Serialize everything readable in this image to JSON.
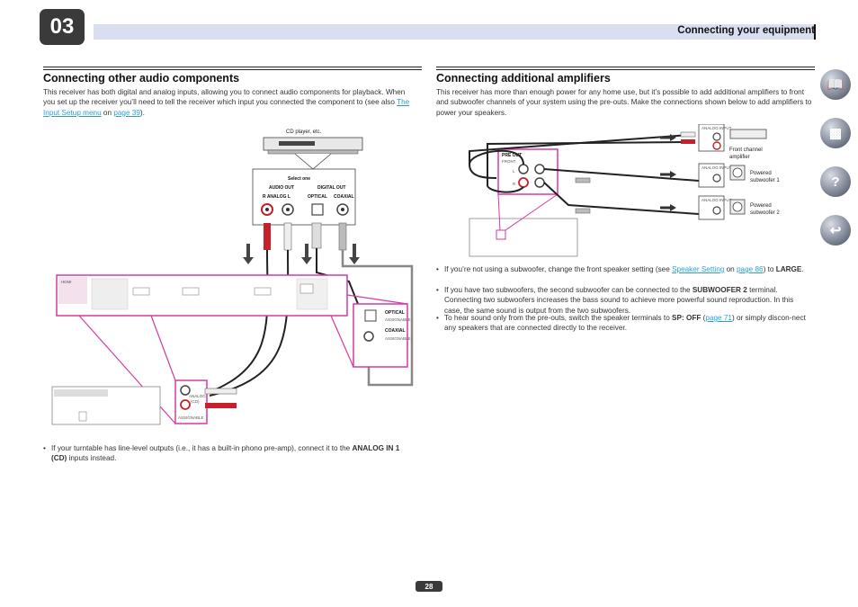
{
  "chapter": "03",
  "header": {
    "title": "Connecting your equipment"
  },
  "left": {
    "title": "Connecting other audio components",
    "intro_1": "This receiver has both digital and analog inputs, allowing you to connect audio components for playback. When you set up the receiver you’ll need to tell the receiver which input you connected the component to (see also ",
    "link_1": "The Input Setup menu",
    "intro_2": " on ",
    "link_2": "page 39",
    "intro_3": ").",
    "diagram": {
      "cd_player_label": "CD player, etc.",
      "select_one": "Select one",
      "audio_out": "AUDIO OUT",
      "r_analog_l": "R  ANALOG  L",
      "digital_out": "DIGITAL OUT",
      "optical": "OPTICAL",
      "coaxial": "COAXIAL",
      "hdmi": "HDMI",
      "panel_optical": "OPTICAL",
      "panel_coaxial": "COAXIAL",
      "assignable": "ASSIGNABLE",
      "analog_in_1": "ANALOG",
      "cd": "(CD)"
    },
    "bullet_1a": "If your turntable has line-level outputs (i.e., it has a built-in phono pre-amp), connect it to the ",
    "bullet_1b": "ANALOG IN 1 (CD)",
    "bullet_1c": " inputs instead."
  },
  "right": {
    "title": "Connecting additional amplifiers",
    "intro": "This receiver has more than enough power for any home use, but it’s possible to add additional amplifiers to front and subwoofer channels of your system using the pre-outs. Make the connections shown below to add amplifiers to power your speakers.",
    "diagram": {
      "pre_out": "PRE OUT",
      "front": "FRONT",
      "l": "L",
      "r": "R",
      "analog_input": "ANALOG INPUT",
      "front_amp_1": "Front channel",
      "front_amp_2": "amplifier",
      "sub1_1": "Powered",
      "sub1_2": "subwoofer 1",
      "sub2_1": "Powered",
      "sub2_2": "subwoofer 2"
    },
    "b1a": "If you’re not using a subwoofer, change the front speaker setting (see ",
    "b1_link": "Speaker Setting",
    "b1b": " on ",
    "b1_link2": "page 86",
    "b1c": ") to ",
    "b1d": "LARGE",
    "b1e": ".",
    "b2a": "If you have two subwoofers, the second subwoofer can be connected to the ",
    "b2b": "SUBWOOFER 2",
    "b2c": " terminal. Connecting two subwoofers increases the bass sound to achieve more powerful sound reproduction. In this case, the same sound is output from the two subwoofers.",
    "b3a": "To hear sound only from the pre-outs, switch the speaker terminals to ",
    "b3b": "SP: OFF",
    "b3c": " (",
    "b3_link": "page 71",
    "b3d": ") or simply discon-nect any speakers that are connected directly to the receiver."
  },
  "page_number": "28",
  "colors": {
    "accent": "#d63aa0",
    "header_band": "#d9dff1",
    "link": "#2a9fd6",
    "red_plug": "#c8202a"
  }
}
